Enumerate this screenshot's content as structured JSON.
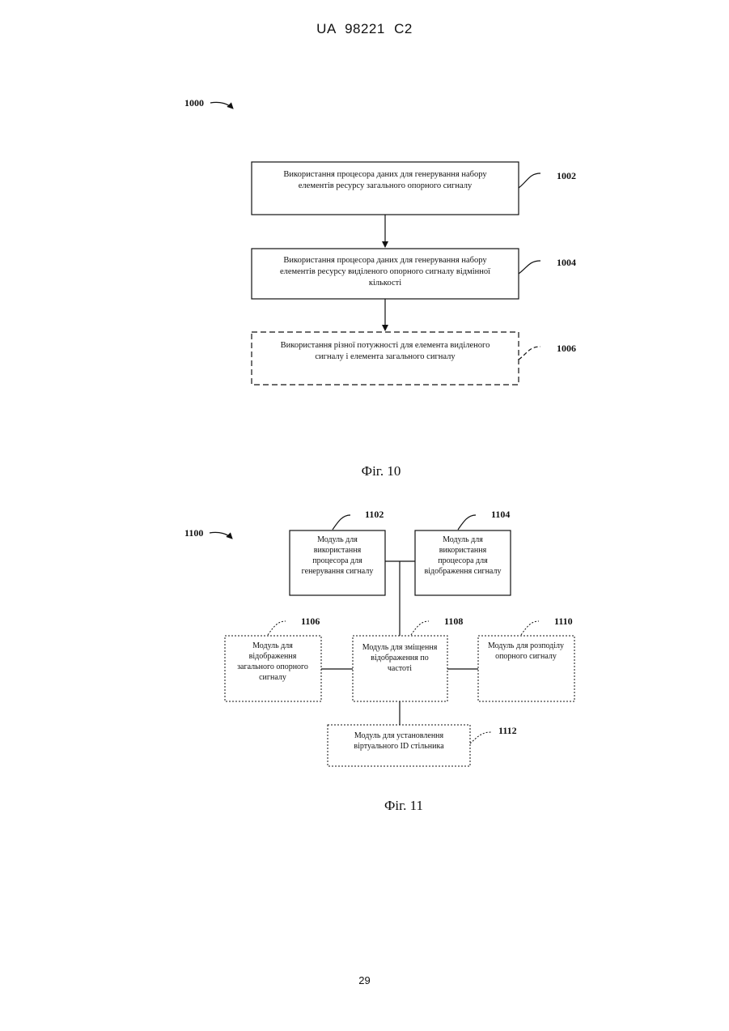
{
  "header": {
    "publication": "UA   98221   C2"
  },
  "page_number": "29",
  "fig10": {
    "ref": "1000",
    "caption": "Фіг. 10",
    "steps": [
      {
        "ref": "1002",
        "lines": [
          "Використання процесора даних для генерування набору",
          "елементів ресурсу загального опорного сигналу"
        ]
      },
      {
        "ref": "1004",
        "lines": [
          "Використання процесора даних для генерування набору",
          "елементів ресурсу виділеного опорного сигналу відмінної",
          "кількості"
        ]
      },
      {
        "ref": "1006",
        "lines": [
          "Використання різної потужності для елемента виділеного",
          "сигналу і елемента загального сигналу"
        ]
      }
    ]
  },
  "fig11": {
    "ref": "1100",
    "caption": "Фіг. 11",
    "modules": {
      "m1102": {
        "ref": "1102",
        "lines": [
          "Модуль для",
          "використання",
          "процесора для",
          "генерування сигналу"
        ]
      },
      "m1104": {
        "ref": "1104",
        "lines": [
          "Модуль для",
          "використання",
          "процесора для",
          "відображення сигналу"
        ]
      },
      "m1106": {
        "ref": "1106",
        "lines": [
          "Модуль для",
          "відображення",
          "загального опорного",
          "сигналу"
        ]
      },
      "m1108": {
        "ref": "1108",
        "lines": [
          "Модуль для зміщення",
          "відображення по",
          "частоті"
        ]
      },
      "m1110": {
        "ref": "1110",
        "lines": [
          "Модуль для розподілу",
          "опорного сигналу"
        ]
      },
      "m1112": {
        "ref": "1112",
        "lines": [
          "Модуль для установлення",
          "віртуального ID стільника"
        ]
      }
    }
  }
}
